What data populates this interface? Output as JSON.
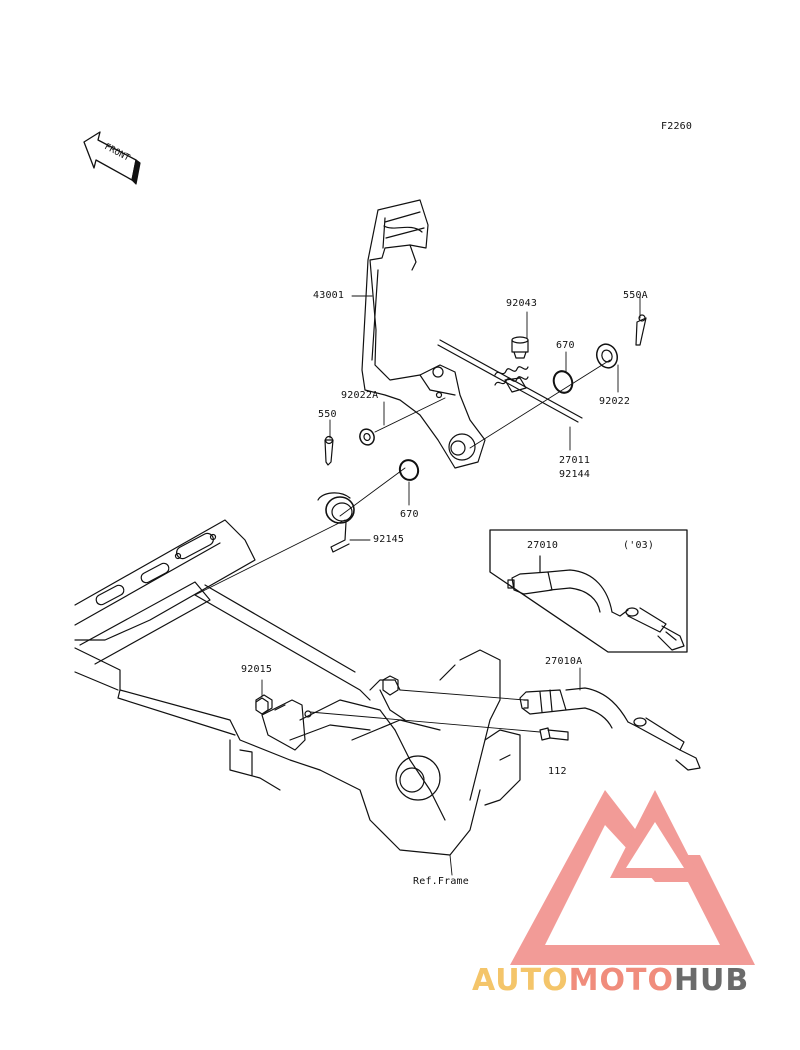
{
  "diagram_code": "F2260",
  "front_arrow_label": "FRONT",
  "callouts": {
    "p43001": "43001",
    "p92043": "92043",
    "p550A": "550A",
    "p670_top": "670",
    "p92022": "92022",
    "p92022A": "92022A",
    "p550": "550",
    "p27011": "27011",
    "p92144": "92144",
    "p670_bottom": "670",
    "p92145": "92145",
    "p27010": "27010",
    "year_note": "('03)",
    "p27010A": "27010A",
    "p92015": "92015",
    "p112": "112",
    "ref_frame": "Ref.Frame"
  },
  "watermark": {
    "part1": "AUTO",
    "part2": "MOTO",
    "part3": "HUB",
    "color1": "#f4c56a",
    "color2": "#f08c7c",
    "color3": "#6b6b6b",
    "logo_color": "#f08a86"
  }
}
